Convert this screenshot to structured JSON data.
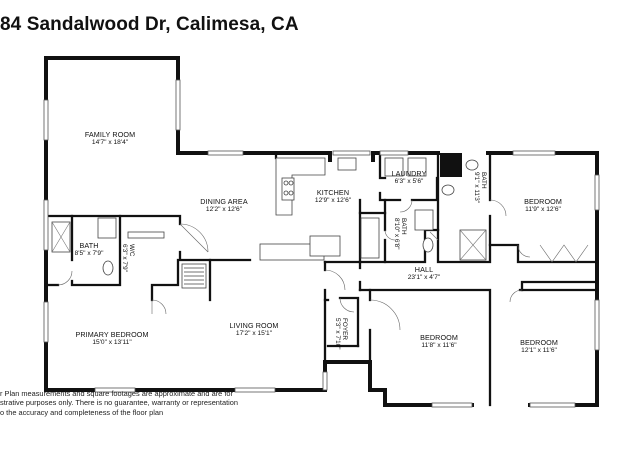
{
  "title": "84 Sandalwood Dr, Calimesa, CA",
  "rooms": {
    "family_room": {
      "name": "FAMILY ROOM",
      "dims": "14'7\" x 18'4\""
    },
    "dining_area": {
      "name": "DINING AREA",
      "dims": "12'2\" x 12'6\""
    },
    "kitchen": {
      "name": "KITCHEN",
      "dims": "12'9\" x 12'6\""
    },
    "laundry": {
      "name": "LAUNDRY",
      "dims": "6'3\" x 5'6\""
    },
    "bath_hall": {
      "name": "BATH",
      "dims": "8'10\" x 6'8\""
    },
    "bath_ensuite": {
      "name": "BATH",
      "dims": "9'1\" x 11'3\""
    },
    "bedroom_ne": {
      "name": "BEDROOM",
      "dims": "11'9\" x 12'6\""
    },
    "bath_primary": {
      "name": "BATH",
      "dims": "8'5\" x 7'9\""
    },
    "wic": {
      "name": "W/C",
      "dims": "6'3\" x 7'9\""
    },
    "hall": {
      "name": "HALL",
      "dims": "23'1\" x 4'7\""
    },
    "primary_bedroom": {
      "name": "PRIMARY BEDROOM",
      "dims": "15'0\" x 13'11\""
    },
    "living_room": {
      "name": "LIVING ROOM",
      "dims": "17'2\" x 15'1\""
    },
    "foyer": {
      "name": "FOYER",
      "dims": "5'3\" x 7'10\""
    },
    "bedroom_sc": {
      "name": "BEDROOM",
      "dims": "11'8\" x 11'6\""
    },
    "bedroom_se": {
      "name": "BEDROOM",
      "dims": "12'1\" x 11'6\""
    }
  },
  "disclaimer": [
    "r Plan measurements and square footages are approximate and are for",
    "strative purposes only. There is no guarantee, warranty or representation",
    "o the accuracy and completeness of the floor plan"
  ]
}
